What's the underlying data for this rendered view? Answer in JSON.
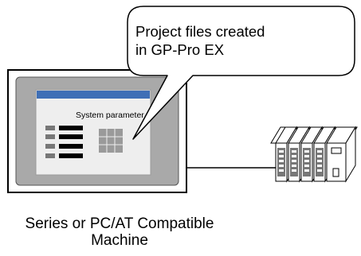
{
  "callout": {
    "line1": "Project files created",
    "line2": "in GP-Pro EX"
  },
  "screen": {
    "label": "System parameter"
  },
  "caption": {
    "line1": "Series or PC/AT Compatible",
    "line2": "Machine"
  },
  "colors": {
    "title_bar": "#3f6fb6",
    "screen_bg": "#eeeeee",
    "bezel": "#a9a9a9"
  }
}
